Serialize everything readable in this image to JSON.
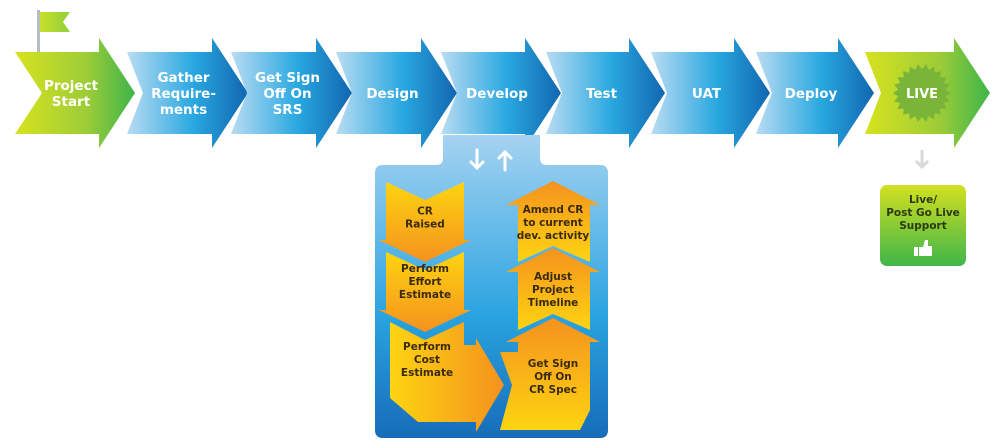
{
  "diagram": {
    "title": "Project lifecycle with change request process",
    "main_flow": [
      {
        "lines": [
          "Project",
          "Start"
        ],
        "style": "green"
      },
      {
        "lines": [
          "Gather",
          "Require-",
          "ments"
        ],
        "style": "blue"
      },
      {
        "lines": [
          "Get Sign",
          "Off On",
          "SRS"
        ],
        "style": "blue"
      },
      {
        "lines": [
          "Design"
        ],
        "style": "blue"
      },
      {
        "lines": [
          "Develop"
        ],
        "style": "blue"
      },
      {
        "lines": [
          "Test"
        ],
        "style": "blue"
      },
      {
        "lines": [
          "UAT"
        ],
        "style": "blue"
      },
      {
        "lines": [
          "Deploy"
        ],
        "style": "blue"
      },
      {
        "lines": [
          "LIVE"
        ],
        "style": "green-starburst"
      }
    ],
    "change_request_panel": {
      "attached_to": "Develop",
      "connector_icons": [
        "arrow-down-icon",
        "arrow-up-icon"
      ],
      "left_column_down": [
        {
          "lines": [
            "CR",
            "Raised"
          ]
        },
        {
          "lines": [
            "Perform",
            "Effort",
            "Estimate"
          ]
        },
        {
          "lines": [
            "Perform",
            "Cost",
            "Estimate"
          ]
        }
      ],
      "right_column_up": [
        {
          "lines": [
            "Get Sign",
            "Off On",
            "CR Spec"
          ]
        },
        {
          "lines": [
            "Adjust",
            "Project",
            "Timeline"
          ]
        },
        {
          "lines": [
            "Amend CR",
            "to current",
            "dev. activity"
          ]
        }
      ]
    },
    "support_box": {
      "lines": [
        "Live/",
        "Post Go Live",
        "Support"
      ],
      "icon": "thumbs-up-icon",
      "connector_icon": "arrow-down-icon"
    },
    "start_icon": "flag-icon",
    "colors": {
      "blue_light": "#a9d3f0",
      "blue_mid": "#29a8e0",
      "blue_dark": "#1272b8",
      "green_light": "#d4e021",
      "green_dark": "#3fb649",
      "orange": "#f5961e",
      "yellow": "#fdd20e",
      "panel_top": "#a8d4f1",
      "panel_bottom": "#1a73bd"
    }
  }
}
